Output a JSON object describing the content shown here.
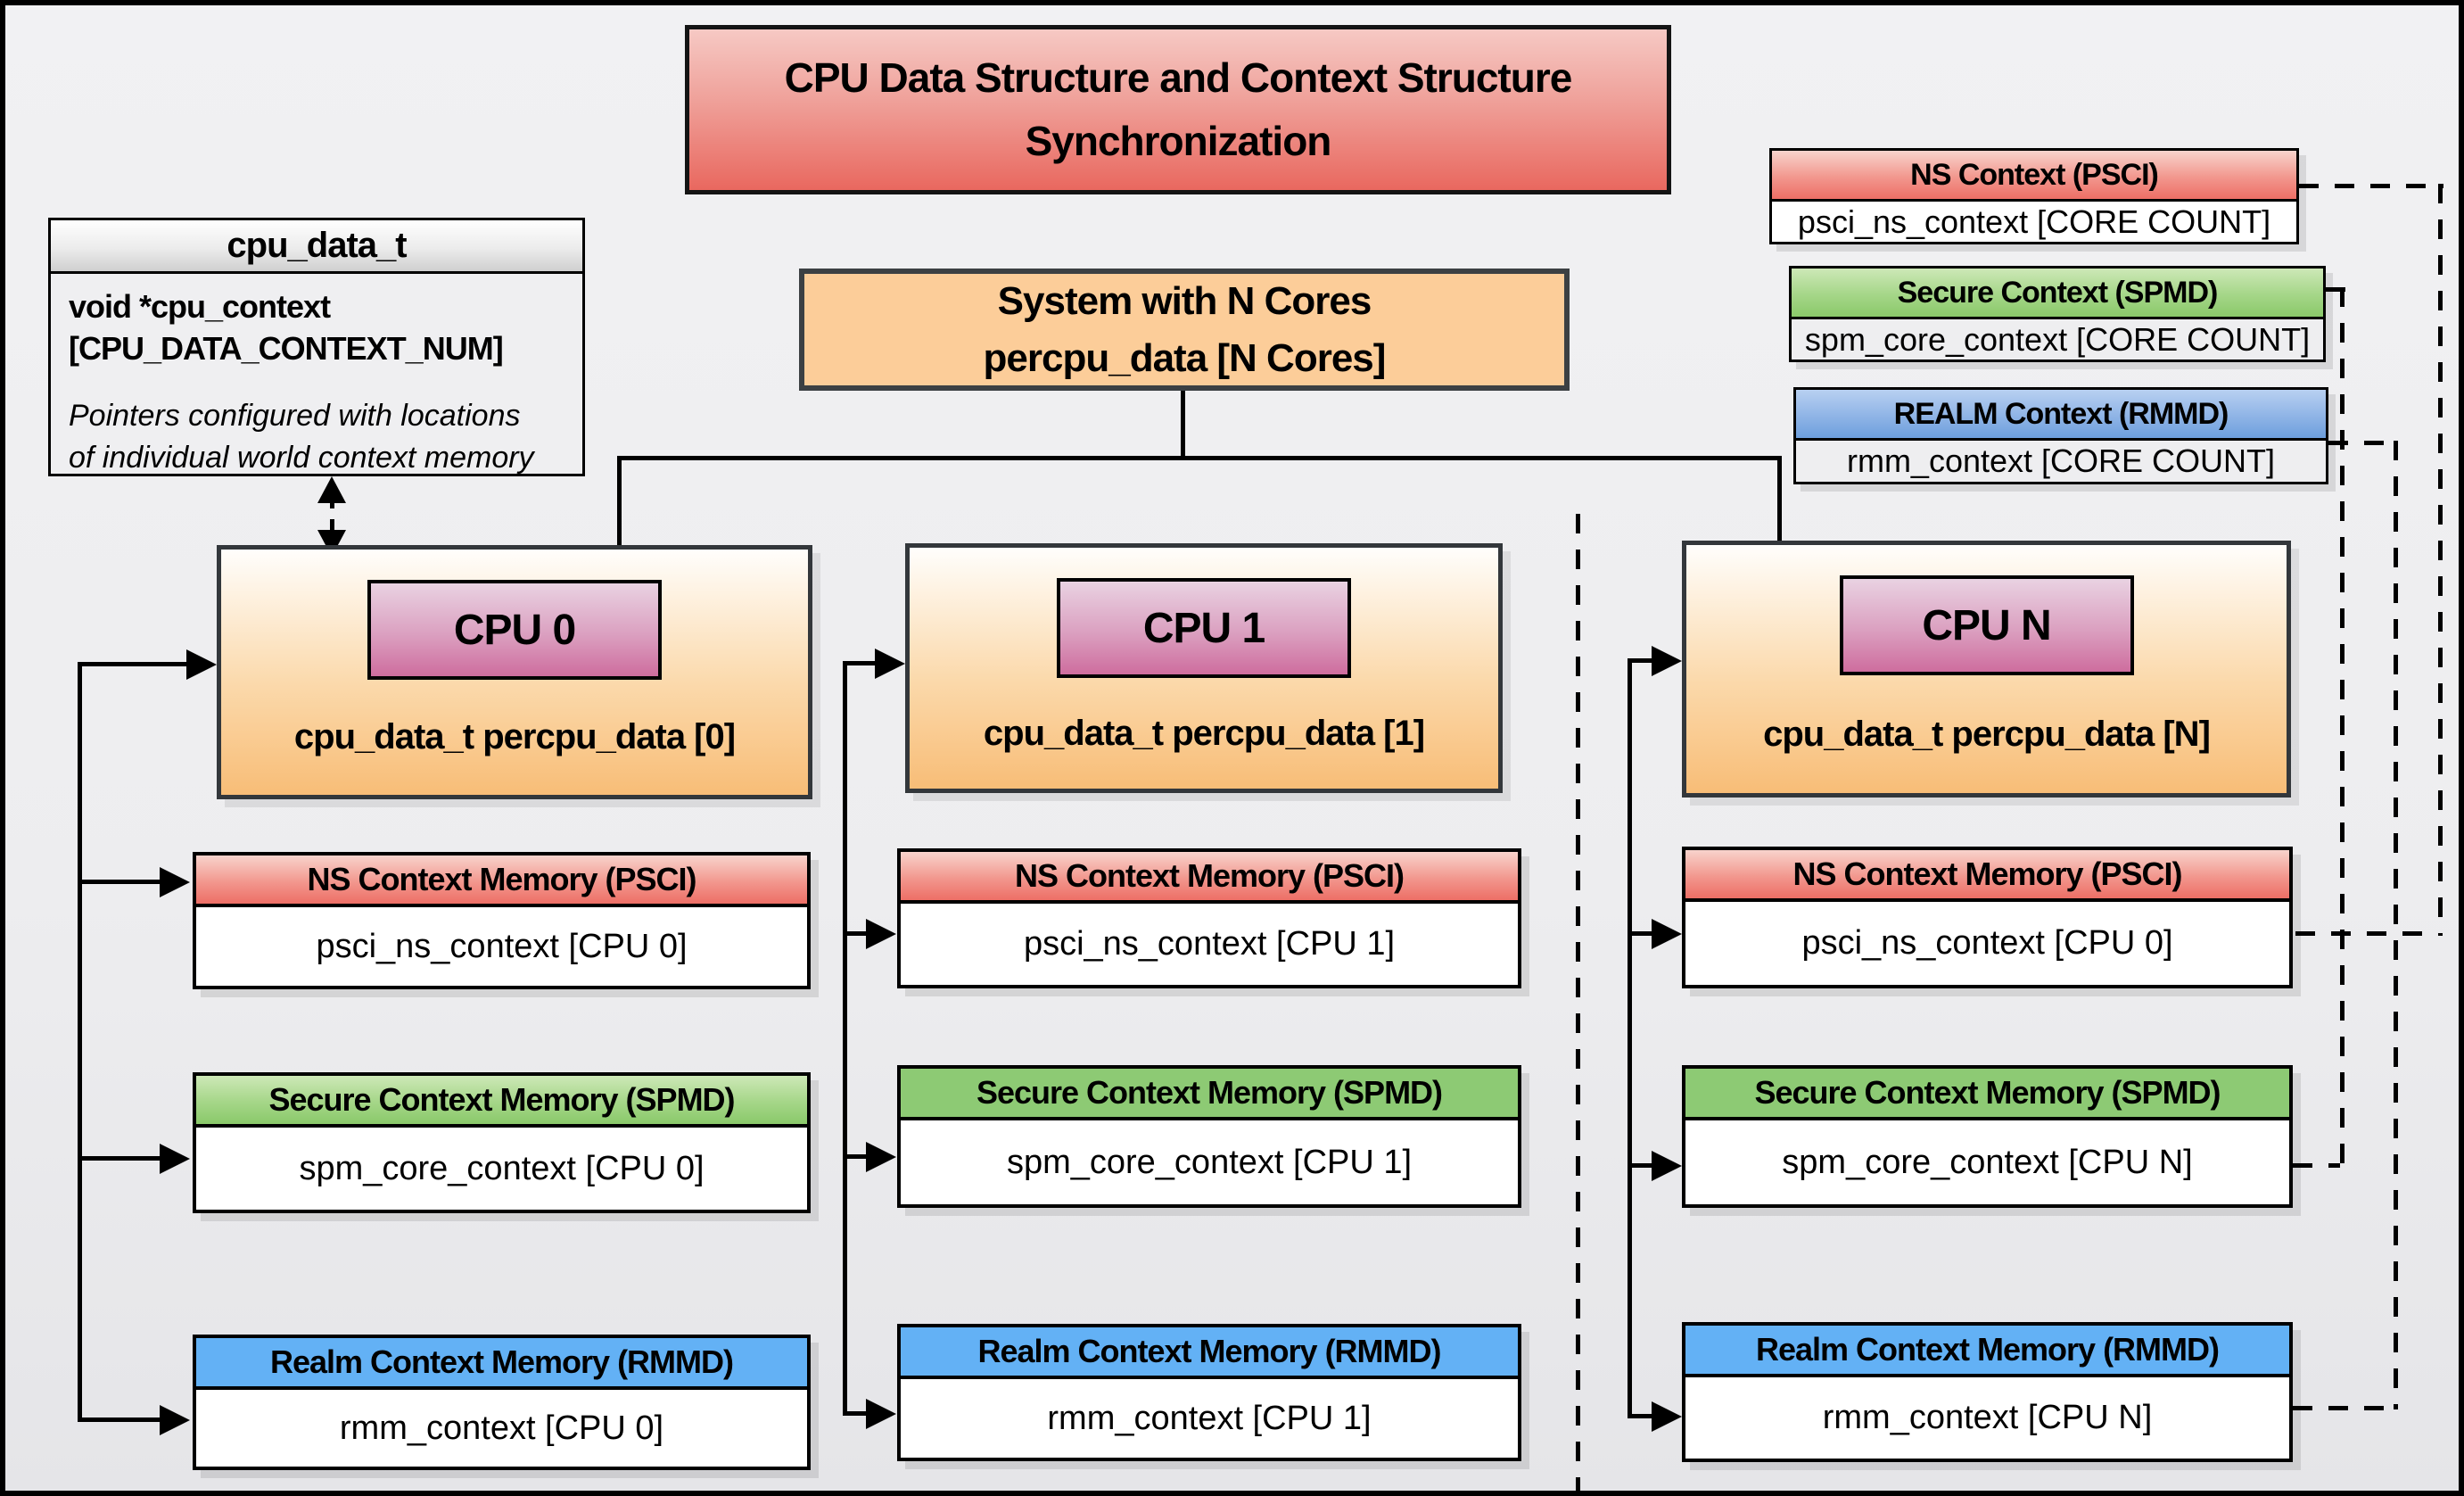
{
  "title": "CPU Data Structure and Context Structure Synchronization",
  "cpu_data_struct": {
    "header": "cpu_data_t",
    "field_line1": "void *cpu_context",
    "field_line2": "[CPU_DATA_CONTEXT_NUM]",
    "note_line1": "Pointers configured with locations",
    "note_line2": "of individual world context memory"
  },
  "system_box": {
    "line1": "System with N Cores",
    "line2": "percpu_data [N Cores]"
  },
  "legend": [
    {
      "title": "NS Context  (PSCI)",
      "body": "psci_ns_context [CORE COUNT]"
    },
    {
      "title": "Secure Context (SPMD)",
      "body": "spm_core_context [CORE COUNT]"
    },
    {
      "title": "REALM Context (RMMD)",
      "body": "rmm_context [CORE COUNT]"
    }
  ],
  "cpus": [
    {
      "label": "CPU 0",
      "data": "cpu_data_t percpu_data [0]",
      "memories": [
        {
          "title": "NS Context Memory (PSCI)",
          "body": "psci_ns_context [CPU 0]"
        },
        {
          "title": "Secure Context Memory (SPMD)",
          "body": "spm_core_context [CPU 0]"
        },
        {
          "title": "Realm Context Memory (RMMD)",
          "body": "rmm_context [CPU 0]"
        }
      ]
    },
    {
      "label": "CPU 1",
      "data": "cpu_data_t percpu_data [1]",
      "memories": [
        {
          "title": "NS Context Memory (PSCI)",
          "body": "psci_ns_context [CPU 1]"
        },
        {
          "title": "Secure Context Memory (SPMD)",
          "body": "spm_core_context [CPU 1]"
        },
        {
          "title": "Realm Context Memory (RMMD)",
          "body": "rmm_context [CPU 1]"
        }
      ]
    },
    {
      "label": "CPU N",
      "data": "cpu_data_t percpu_data [N]",
      "memories": [
        {
          "title": "NS Context Memory (PSCI)",
          "body": "psci_ns_context [CPU 0]"
        },
        {
          "title": "Secure Context Memory (SPMD)",
          "body": "spm_core_context [CPU N]"
        },
        {
          "title": "Realm Context Memory (RMMD)",
          "body": "rmm_context [CPU N]"
        }
      ]
    }
  ],
  "colors": {
    "title_top": "#f6c9c4",
    "title_bottom": "#e9685f",
    "ns_red": "#ed6f66",
    "secure_green": "#8dca74",
    "realm_blue": "#63b1f5",
    "system_orange": "#fccd99",
    "cpu_orange": "#f8bd77",
    "cpu_label_pink": "#ce6d9e"
  }
}
